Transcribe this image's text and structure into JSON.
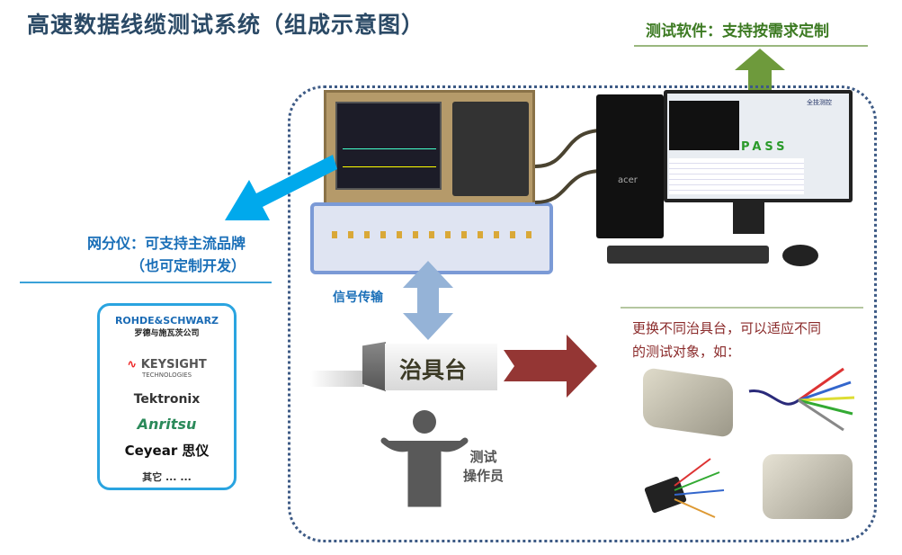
{
  "title": "高速数据线缆测试系统（组成示意图）",
  "software": {
    "label": "测试软件：支持按需求定制",
    "screen_status": "PASS",
    "brand": "acer",
    "app_logo": "全技测控"
  },
  "vna": {
    "line1": "网分仪：可支持主流品牌",
    "line2": "（也可定制开发）"
  },
  "brands": [
    {
      "name": "ROHDE&SCHWARZ",
      "sub": "罗德与施瓦茨公司"
    },
    {
      "name": "KEYSIGHT",
      "sub": "TECHNOLOGIES"
    },
    {
      "name": "Tektronix"
    },
    {
      "name": "Anritsu"
    },
    {
      "name": "Ceyear 思仪"
    },
    {
      "name": "其它 ... ..."
    }
  ],
  "signal_label": "信号传输",
  "fixture_label": "治具台",
  "operator": {
    "line1": "测试",
    "line2": "操作员"
  },
  "swap": {
    "line1": "更换不同治具台，可以适应不同",
    "line2": "的测试对象，如："
  },
  "colors": {
    "title": "#2b4a66",
    "green": "#3c7a22",
    "blue": "#1a6fb8",
    "red": "#8a2a2a",
    "arrow_red": "#943634",
    "arrow_blue": "#00a9ec"
  }
}
